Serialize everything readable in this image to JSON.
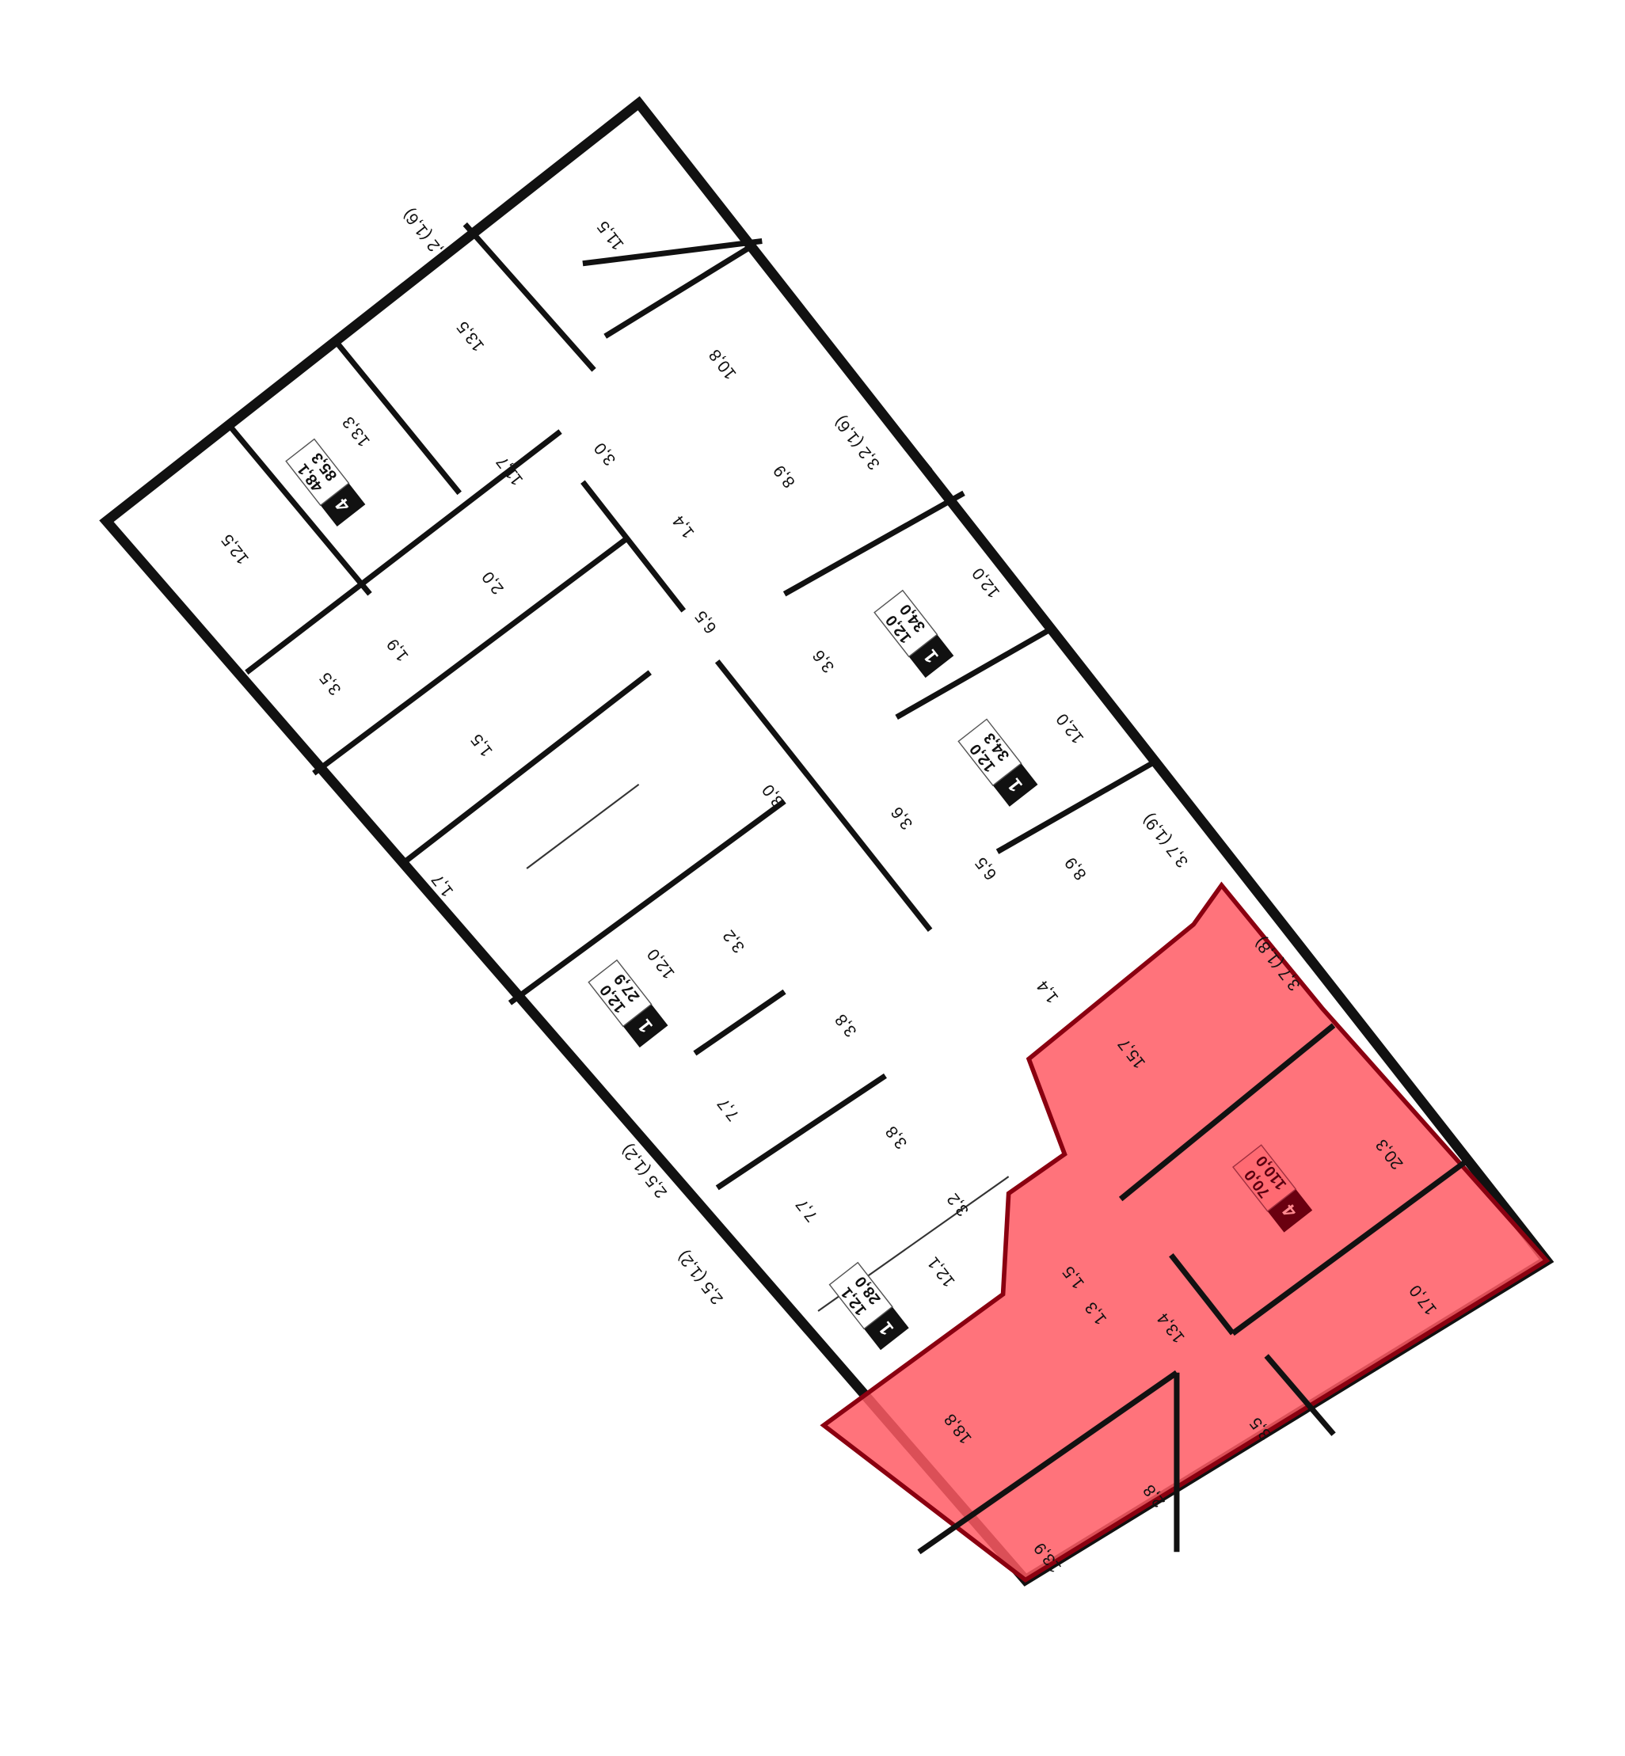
{
  "title": "Floor plan",
  "colors": {
    "highlight": "#ff5a64",
    "wall": "#111111",
    "background": "#ffffff"
  },
  "apartments": [
    {
      "rooms": "4",
      "total": "85,3",
      "living": "48,1"
    },
    {
      "rooms": "1",
      "total": "34,0",
      "living": "12,0"
    },
    {
      "rooms": "1",
      "total": "34,3",
      "living": "12,0"
    },
    {
      "rooms": "1",
      "total": "27,9",
      "living": "12,0"
    },
    {
      "rooms": "1",
      "total": "28,0",
      "living": "12,1"
    },
    {
      "rooms": "4",
      "total": "110,0",
      "living": "70,0",
      "highlighted": true
    }
  ],
  "rooms": [
    "12,5",
    "13,3",
    "13,5",
    "5,2 (1,6)",
    "11,5",
    "10,8",
    "11,7",
    "3,0",
    "2,0",
    "1,9",
    "3,5",
    "1,5",
    "1,7",
    "3,0",
    "6,5",
    "1,4",
    "8,9",
    "3,2 (1,6)",
    "12,0",
    "3,6",
    "12,0",
    "3,6",
    "6,5",
    "8,9",
    "3,7 (1,9)",
    "1,4",
    "3,2",
    "12,0",
    "3,8",
    "7,7",
    "3,8",
    "2,5 (1,2)",
    "7,7",
    "2,5 (1,2)",
    "12,1",
    "3,2",
    "15,7",
    "3,7 (1,8)",
    "20,3",
    "17,0",
    "1,5",
    "1,3",
    "13,4",
    "3,5",
    "2,8",
    "18,8",
    "13,9"
  ]
}
